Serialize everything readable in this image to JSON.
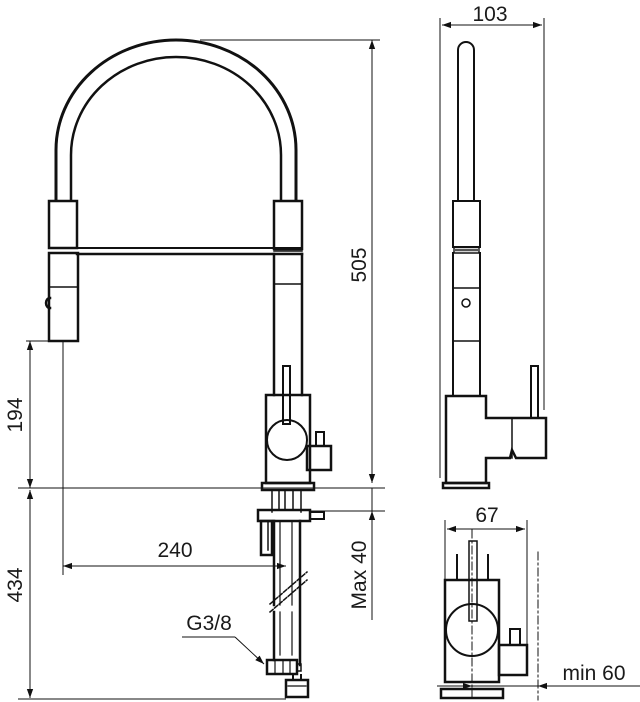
{
  "drawing": {
    "title": "Kitchen faucet dimension drawing",
    "views": [
      "front-view",
      "side-view",
      "top-view"
    ],
    "line_color": "#111111",
    "background": "#ffffff"
  },
  "dimensions": {
    "total_height": "505",
    "side_depth": "103",
    "spout_height": "194",
    "below_deck_length": "434",
    "spout_reach": "240",
    "deck_thickness": "Max 40",
    "connection_thread": "G3/8",
    "base_width": "67",
    "min_clearance": "min 60"
  }
}
